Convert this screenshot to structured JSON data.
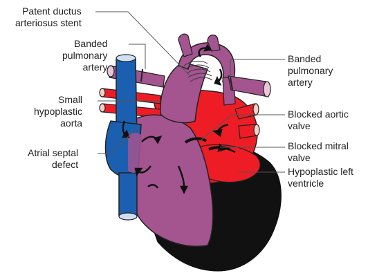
{
  "colors": {
    "vein_blue": "#1b5fb0",
    "oxygenated_red": "#ee1c24",
    "mixed_purple": "#a4548f",
    "ventricle_black": "#111111",
    "leader_line": "#555555"
  },
  "labels": {
    "pda_stent": [
      "Patent ductus",
      "arteriosus stent"
    ],
    "banded_pa_left": [
      "Banded",
      "pulmonary",
      "artery"
    ],
    "small_aorta": [
      "Small",
      "hypoplastic",
      "aorta"
    ],
    "asd": [
      "Atrial septal",
      "defect"
    ],
    "banded_pa_right": [
      "Banded",
      "pulmonary",
      "artery"
    ],
    "blocked_aortic": [
      "Blocked aortic",
      "valve"
    ],
    "blocked_mitral": [
      "Blocked mitral",
      "valve"
    ],
    "hypoplastic_lv": [
      "Hypoplastic left",
      "ventricle"
    ]
  }
}
